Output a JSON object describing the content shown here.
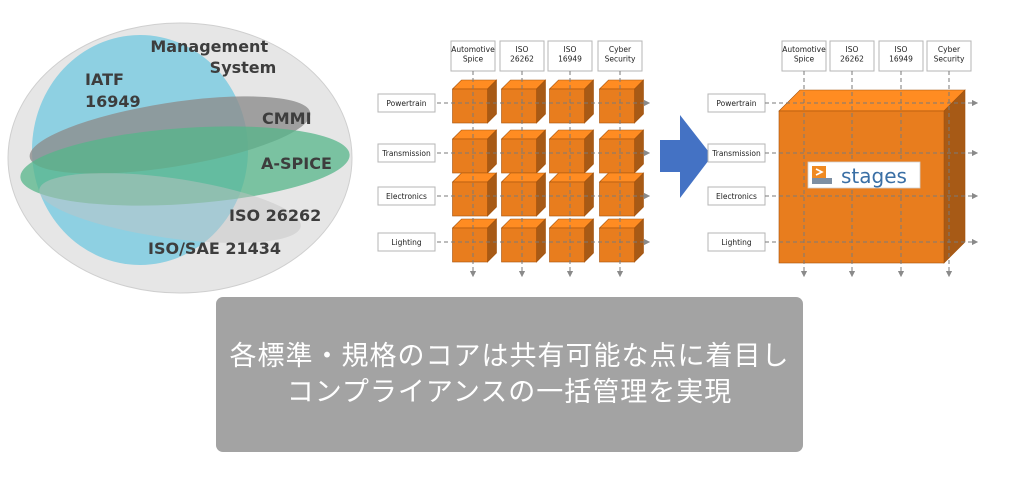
{
  "venn": {
    "labels": {
      "management": [
        "Management",
        "System"
      ],
      "iatf": [
        "IATF",
        "16949"
      ],
      "cmmi": "CMMI",
      "aspice": "A-SPICE",
      "iso26262": "ISO 26262",
      "iso21434": "ISO/SAE 21434"
    },
    "colors": {
      "outer": "#e6e6e6",
      "iatf": "#7ecbe0",
      "cmmi": "#8d8d8d",
      "aspice": "#55b58a",
      "iso26262": "#c4c4c4"
    }
  },
  "matrix": {
    "columns": [
      "Automotive\nSpice",
      "ISO\n26262",
      "ISO\n16949",
      "Cyber\nSecurity"
    ],
    "rows": [
      "Powertrain",
      "Transmission",
      "Electronics",
      "Lighting"
    ],
    "cube_color": "#e87d1e",
    "arrow_color": "#4472c4"
  },
  "stages_logo": {
    "text": "stages"
  },
  "caption": {
    "line1": "各標準・規格のコアは共有可能な点に着目し",
    "line2": "コンプライアンスの一括管理を実現"
  }
}
